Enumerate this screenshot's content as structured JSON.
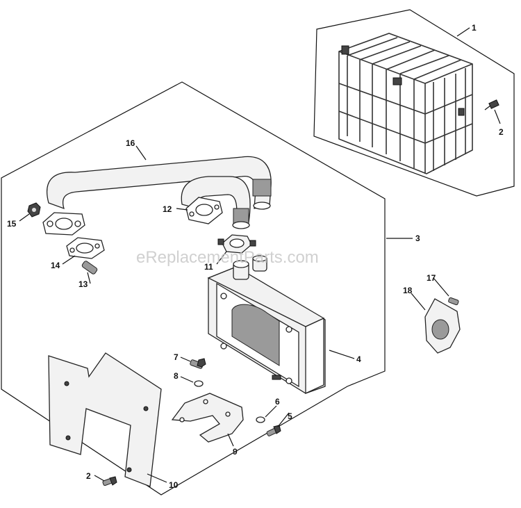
{
  "watermark": "eReplacementParts.com",
  "callouts": {
    "c1": "1",
    "c2a": "2",
    "c2b": "2",
    "c3": "3",
    "c4": "4",
    "c5": "5",
    "c6": "6",
    "c7": "7",
    "c8": "8",
    "c9": "9",
    "c10": "10",
    "c11": "11",
    "c12": "12",
    "c13": "13",
    "c14": "14",
    "c15": "15",
    "c16": "16",
    "c17": "17",
    "c18": "18"
  }
}
